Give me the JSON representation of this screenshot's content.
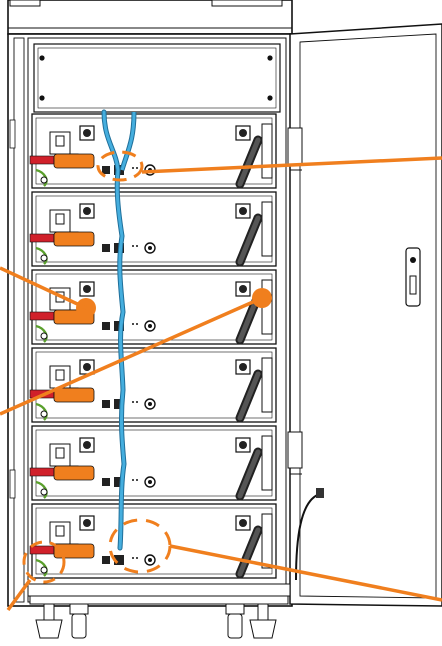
{
  "diagram": {
    "module_count": 6,
    "colors": {
      "outline": "#111111",
      "cabinet_fill": "#ffffff",
      "power_cable": "#f07f1e",
      "power_cable_red": "#d0202a",
      "comm_cable": "#45aede",
      "comm_cable_edge": "#1f6f9a",
      "ground_wire": "#5aa02c",
      "callout_line": "#f07f1e",
      "callout_ring": "#f07f1e",
      "terminal_dark": "#222222"
    },
    "callouts": [
      {
        "id": "comm-port-top-module"
      },
      {
        "id": "power-terminal-left"
      },
      {
        "id": "power-terminal-right"
      },
      {
        "id": "left-leader-lower"
      },
      {
        "id": "comm-port-bottom-module"
      },
      {
        "id": "ground-terminal-bottom"
      }
    ]
  }
}
